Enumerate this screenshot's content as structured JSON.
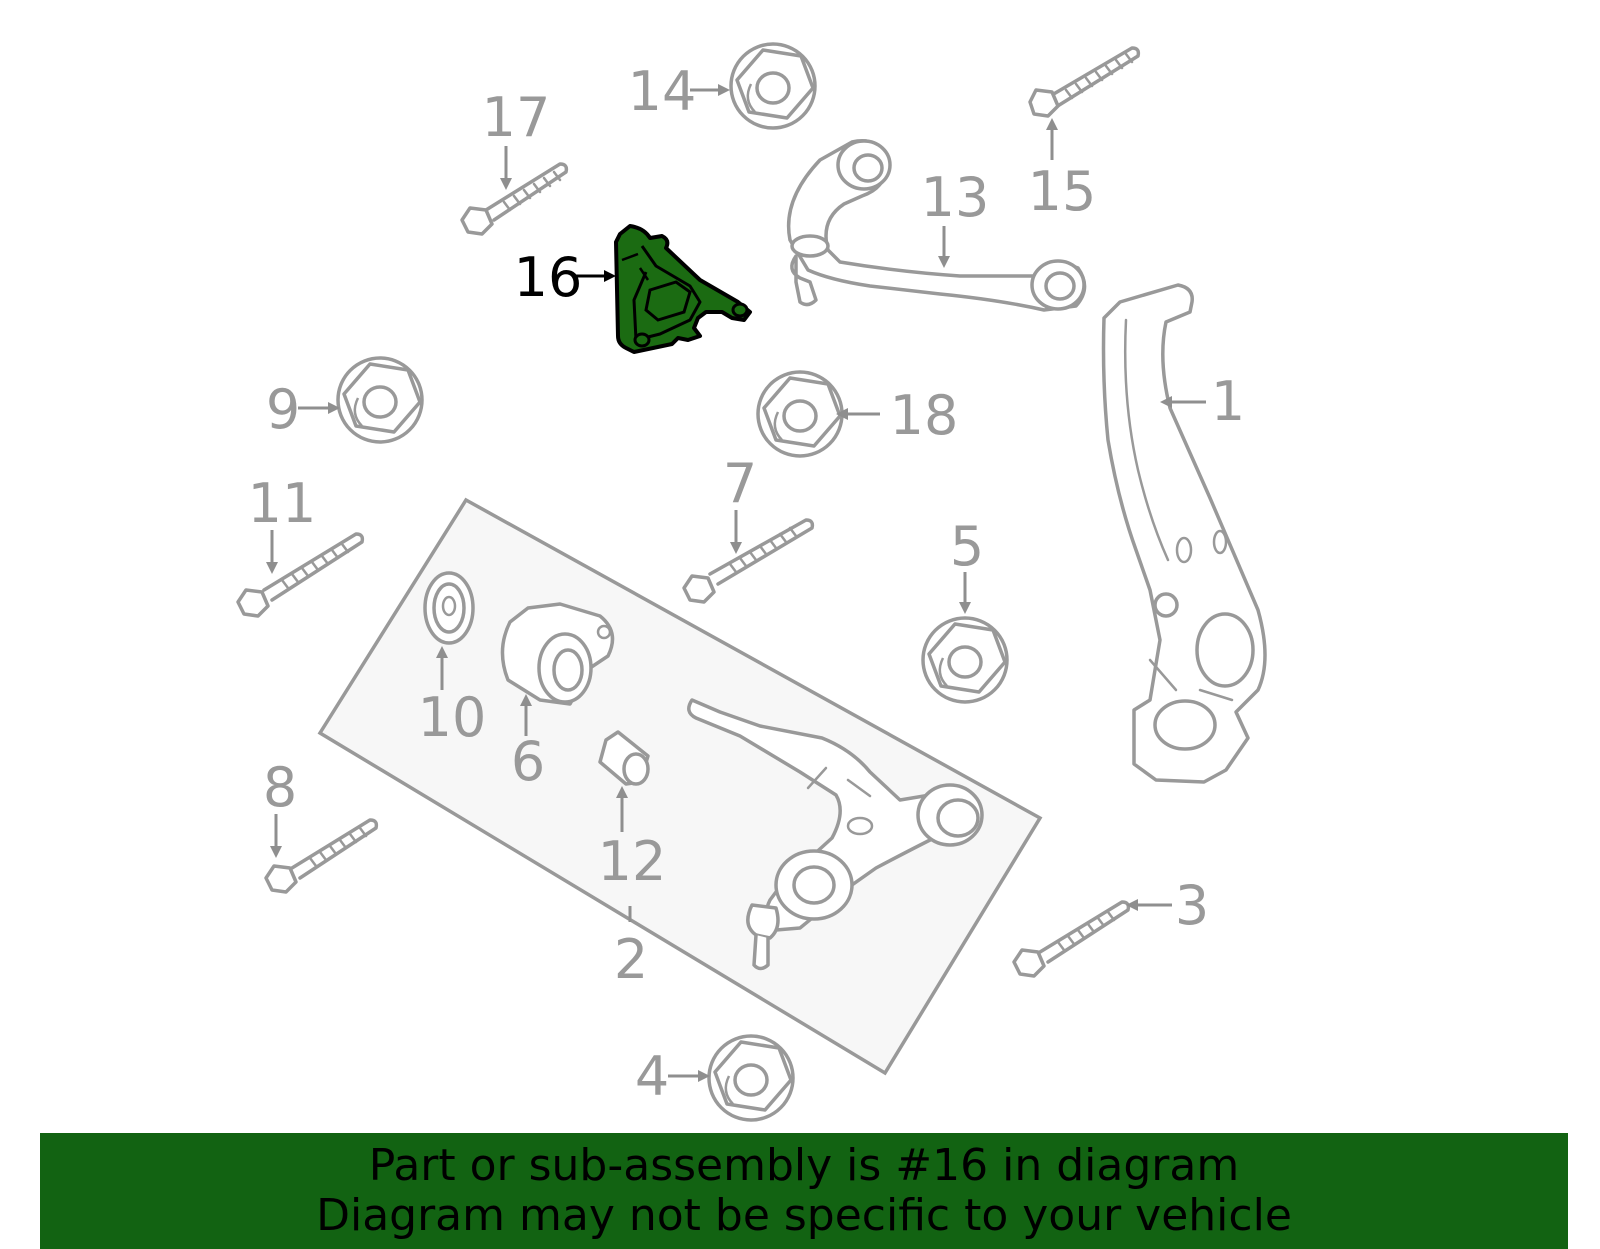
{
  "diagram": {
    "callouts": [
      {
        "id": "1",
        "label": "1"
      },
      {
        "id": "2",
        "label": "2"
      },
      {
        "id": "3",
        "label": "3"
      },
      {
        "id": "4",
        "label": "4"
      },
      {
        "id": "5",
        "label": "5"
      },
      {
        "id": "6",
        "label": "6"
      },
      {
        "id": "7",
        "label": "7"
      },
      {
        "id": "8",
        "label": "8"
      },
      {
        "id": "9",
        "label": "9"
      },
      {
        "id": "10",
        "label": "10"
      },
      {
        "id": "11",
        "label": "11"
      },
      {
        "id": "12",
        "label": "12"
      },
      {
        "id": "13",
        "label": "13"
      },
      {
        "id": "14",
        "label": "14"
      },
      {
        "id": "15",
        "label": "15"
      },
      {
        "id": "16",
        "label": "16"
      },
      {
        "id": "17",
        "label": "17"
      },
      {
        "id": "18",
        "label": "18"
      }
    ],
    "highlighted_part": "16",
    "colors": {
      "highlight_fill": "#1b6b12",
      "part_stroke": "#999999",
      "banner_background": "#126312",
      "assembly_box_fill": "#f7f7f7"
    }
  },
  "banner": {
    "line1": "Part or sub-assembly is #16 in diagram",
    "line2": "Diagram may not be specific to your vehicle"
  }
}
